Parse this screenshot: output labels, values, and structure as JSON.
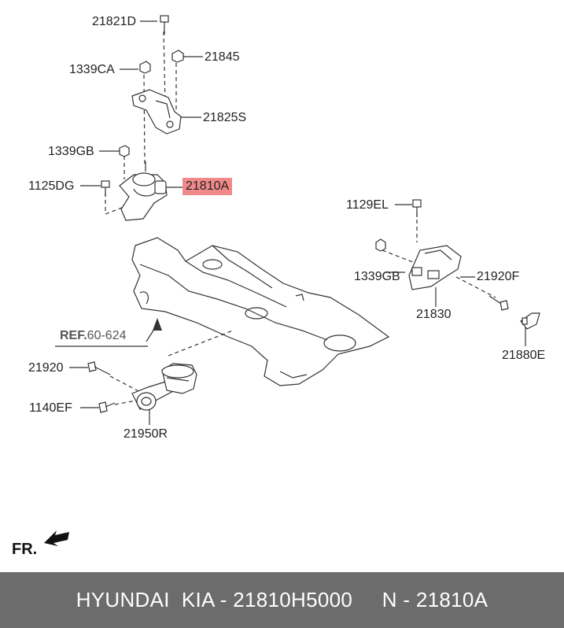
{
  "callouts": {
    "p21821D": "21821D",
    "p21845": "21845",
    "p1339CA": "1339CA",
    "p21825S": "21825S",
    "p1339GB_top": "1339GB",
    "p1125DG": "1125DG",
    "p21810A": "21810A",
    "p1129EL": "1129EL",
    "p1339GB_right": "1339GB",
    "p21920F": "21920F",
    "p21830": "21830",
    "p21880E": "21880E",
    "p21920": "21920",
    "p1140EF": "1140EF",
    "p21950R": "21950R"
  },
  "reference": {
    "prefix": "REF.",
    "number": "60-624"
  },
  "orientation_label": "FR.",
  "highlight_color": "#f08a8a",
  "footer": {
    "text": "HYUNDAI  KIA - 21810H5000     N - 21810A"
  }
}
